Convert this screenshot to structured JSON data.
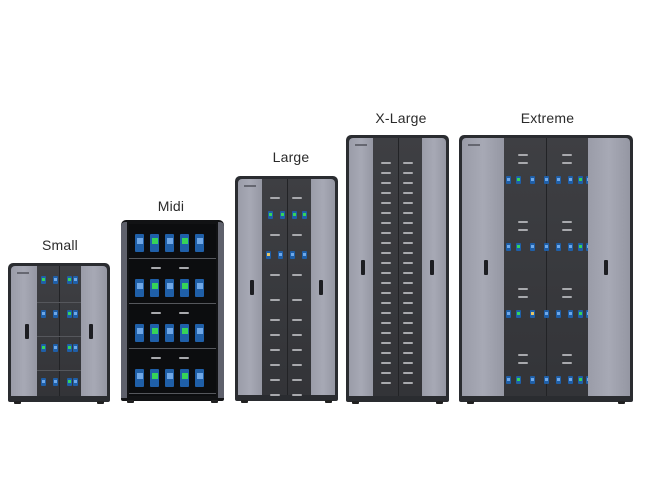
{
  "title": "Cabinet size comparison",
  "cabinets": [
    {
      "name": "Small"
    },
    {
      "name": "Midi"
    },
    {
      "name": "Large"
    },
    {
      "name": "X-Large"
    },
    {
      "name": "Extreme"
    }
  ],
  "colors": {
    "panel": "#a3a5b1",
    "frame": "#2a2c30",
    "core": "#3a3b3f",
    "device_blue": "#1f5fa8",
    "screen_green": "#36d45a",
    "screen_blue": "#6fa8e8",
    "label_text": "#2b2b2b"
  }
}
